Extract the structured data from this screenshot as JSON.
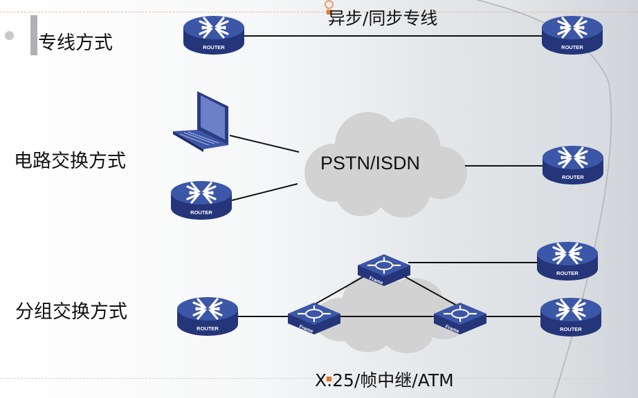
{
  "section_titles": {
    "dedicated_line": "专线方式",
    "circuit_switching": "电路交换方式",
    "packet_switching": "分组交换方式"
  },
  "network_labels": {
    "async_sync_line": "异步/同步专线",
    "pstn_isdn": "PSTN/ISDN",
    "x25_fr_atm": "X.25/帧中继/ATM"
  },
  "device_labels": {
    "router": "ROUTER",
    "frame": "Frame"
  },
  "icons": {
    "router": "router-icon",
    "laptop": "laptop-icon",
    "frame_switch": "frame-switch-icon",
    "cloud": "cloud-icon"
  },
  "colors": {
    "device_blue": "#3c56a8",
    "device_dark": "#24357a",
    "cloud_gray": "#d2d2d2",
    "link": "#111111"
  }
}
